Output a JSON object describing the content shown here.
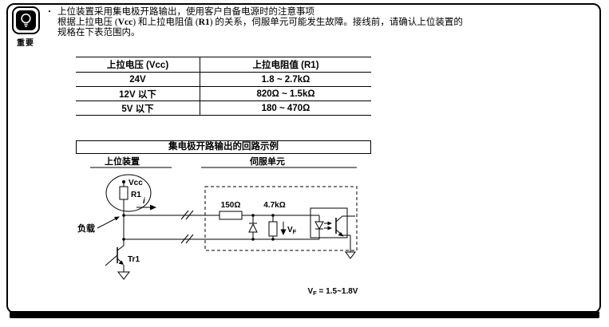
{
  "colors": {
    "ink": "#000000",
    "paper": "#ffffff"
  },
  "importance": {
    "label": "重要"
  },
  "note": {
    "bullet": "・",
    "line1": "上位装置采用集电极开路输出，使用客户自备电源时的注意事项",
    "line2": {
      "a": "根据上拉电压 (",
      "b": "Vcc",
      "c": ") 和上拉电阻值 (",
      "d": "R1",
      "e": ") 的关系，伺服单元可能发生故障。接线前，请确认上位装置的"
    },
    "line3": "规格在下表范围内。"
  },
  "table": {
    "headers": [
      "上拉电压 (Vcc)",
      "上拉电阻值 (R1)"
    ],
    "rows": [
      [
        "24V",
        "1.8 ~ 2.7kΩ"
      ],
      [
        "12V 以下",
        "820Ω ~ 1.5kΩ"
      ],
      [
        "5V 以下",
        "180 ~ 470Ω"
      ]
    ]
  },
  "circuit": {
    "title": "集电极开路输出的回路示例",
    "host_label": "上位装置",
    "servo_label": "伺服单元",
    "vcc": "Vcc",
    "r1": "R1",
    "load": "负载",
    "current": "i",
    "tr1": "Tr1",
    "r150": "150Ω",
    "r47k": "4.7kΩ",
    "vf_v": "V",
    "vf_sub": "F",
    "vf_rest": " = 1.5~1.8V"
  }
}
